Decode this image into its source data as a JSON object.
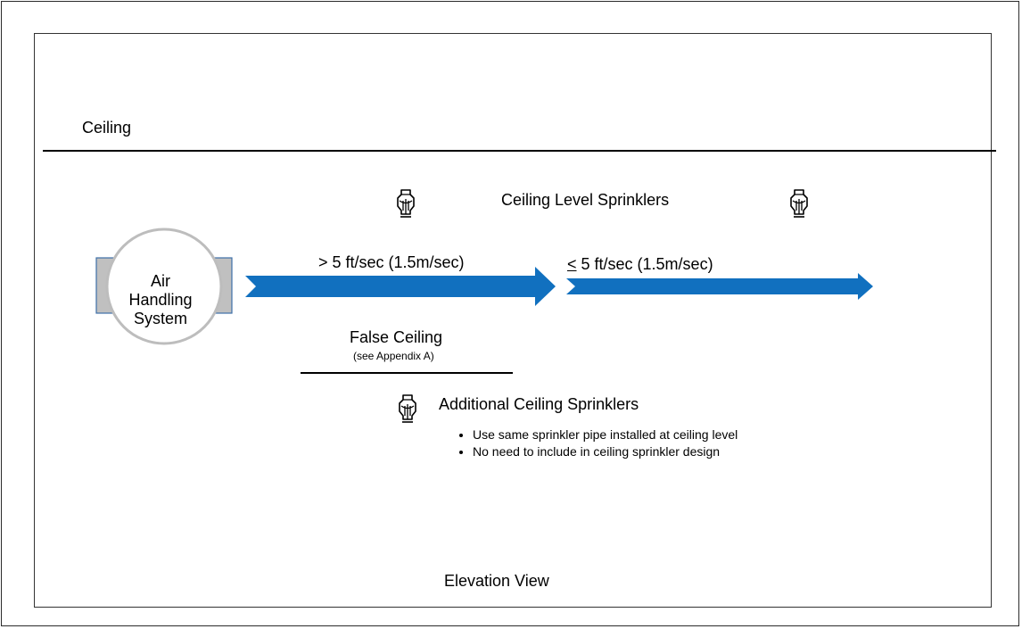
{
  "diagram": {
    "ceiling_label": "Ceiling",
    "ceiling_sprinklers_label": "Ceiling Level Sprinklers",
    "air_handling_system": "Air\nHandling\nSystem",
    "speed_high": "> 5 ft/sec (1.5m/sec)",
    "speed_low": {
      "symbol": "<",
      "text": " 5 ft/sec (1.5m/sec)"
    },
    "false_ceiling_label": "False Ceiling",
    "false_ceiling_note": "(see Appendix A)",
    "additional_sprinklers_label": "Additional Ceiling Sprinklers",
    "notes": [
      "Use same sprinkler pipe installed at ceiling level",
      "No need to include in ceiling sprinkler design"
    ],
    "caption": "Elevation View",
    "icons": {
      "sprinkler": "sprinkler-head-icon",
      "airflow": "airflow-arrow"
    },
    "colors": {
      "arrow": "#1170bf",
      "ahs_box": "#c0c0c0",
      "ahs_box_border": "#3d6fa8",
      "ahs_circle_border": "#bdbdbd"
    }
  }
}
